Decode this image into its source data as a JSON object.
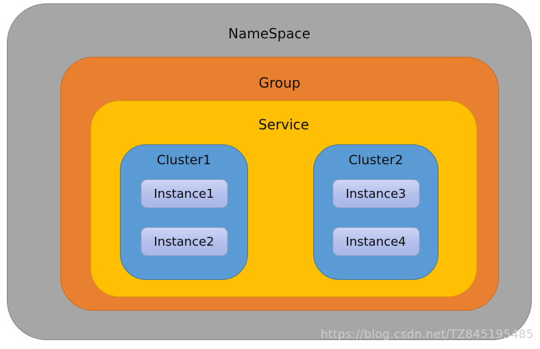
{
  "diagram": {
    "namespace": {
      "label": "NameSpace",
      "fill": "#a6a6a6",
      "border": "#828282"
    },
    "group": {
      "label": "Group",
      "fill": "#e8802f",
      "border": "#c9691e"
    },
    "service": {
      "label": "Service",
      "fill": "#ffc003",
      "border": "#e0a600"
    },
    "clusters": [
      {
        "label": "Cluster1",
        "instances": [
          {
            "label": "Instance1"
          },
          {
            "label": "Instance2"
          }
        ]
      },
      {
        "label": "Cluster2",
        "instances": [
          {
            "label": "Instance3"
          },
          {
            "label": "Instance4"
          }
        ]
      }
    ],
    "cluster_fill": "#5b9bd5",
    "cluster_border": "#41719c",
    "instance_fill_top": "#cdd6f4",
    "instance_fill_bottom": "#a9b7e7",
    "instance_border": "#93a1c7",
    "text_color": "#0d0d0d"
  },
  "watermark": {
    "text": "https://blog.csdn.net/TZ845195485",
    "color": "#cfcfcf"
  }
}
